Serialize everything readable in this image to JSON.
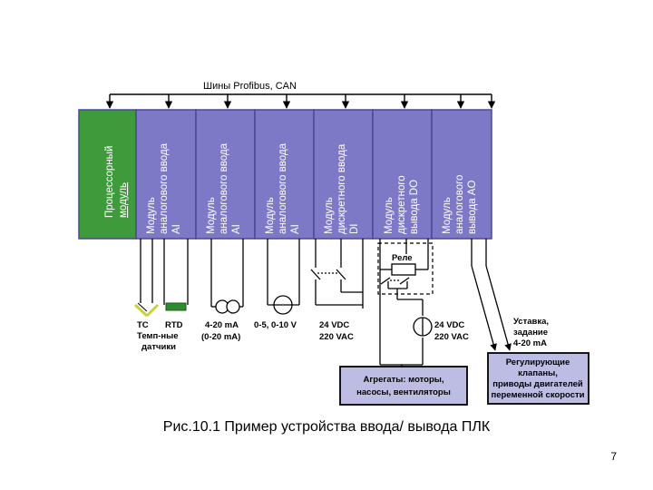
{
  "bus": {
    "label": "Шины  Profibus, CAN"
  },
  "colors": {
    "processor_module": "#3f9a3b",
    "io_module": "#7d79c6",
    "module_border": "#4b4896",
    "legend_box": "#bdbde3",
    "wire": "#000000",
    "rtd_sensor": "#2e8b2e",
    "tc_sensor": "#c8d23c"
  },
  "modules": [
    {
      "name": "processor",
      "lines": [
        "Процессорный",
        "модуль"
      ]
    },
    {
      "name": "ai-1",
      "lines": [
        "Модуль",
        "аналогового ввода",
        "AI"
      ]
    },
    {
      "name": "ai-2",
      "lines": [
        "Модуль",
        "аналогового ввода",
        "AI"
      ]
    },
    {
      "name": "ai-3",
      "lines": [
        "Модуль",
        "аналогового ввода",
        "AI"
      ]
    },
    {
      "name": "di",
      "lines": [
        "Модуль",
        "дискретного ввода",
        "DI"
      ]
    },
    {
      "name": "do",
      "lines": [
        "Модуль",
        "дискретного",
        "вывода DO"
      ]
    },
    {
      "name": "ao",
      "lines": [
        "Модуль",
        "аналогового",
        "вывода AO"
      ]
    }
  ],
  "labels": {
    "tc": "TC",
    "rtd": "RTD",
    "temp_sensors_1": "Темп-ные",
    "temp_sensors_2": "датчики",
    "current_1": "4-20 mA",
    "current_2": "(0-20 mA)",
    "voltage": "0-5, 0-10 V",
    "di_supply_1": "24 VDC",
    "di_supply_2": "220 VAC",
    "do_supply_1": "24 VDC",
    "do_supply_2": "220 VAC",
    "relay": "Реле",
    "setpoint_1": "Уставка,",
    "setpoint_2": "задание",
    "setpoint_3": "4-20 mA"
  },
  "boxes": {
    "units_1": "Агрегаты: моторы,",
    "units_2": "насосы, вентиляторы",
    "valves_1": "Регулирующие",
    "valves_2": "клапаны,",
    "valves_3": "приводы двигателей",
    "valves_4": "переменной скорости"
  },
  "caption": "Рис.10.1 Пример устройства ввода/ вывода ПЛК",
  "page_number": "7"
}
